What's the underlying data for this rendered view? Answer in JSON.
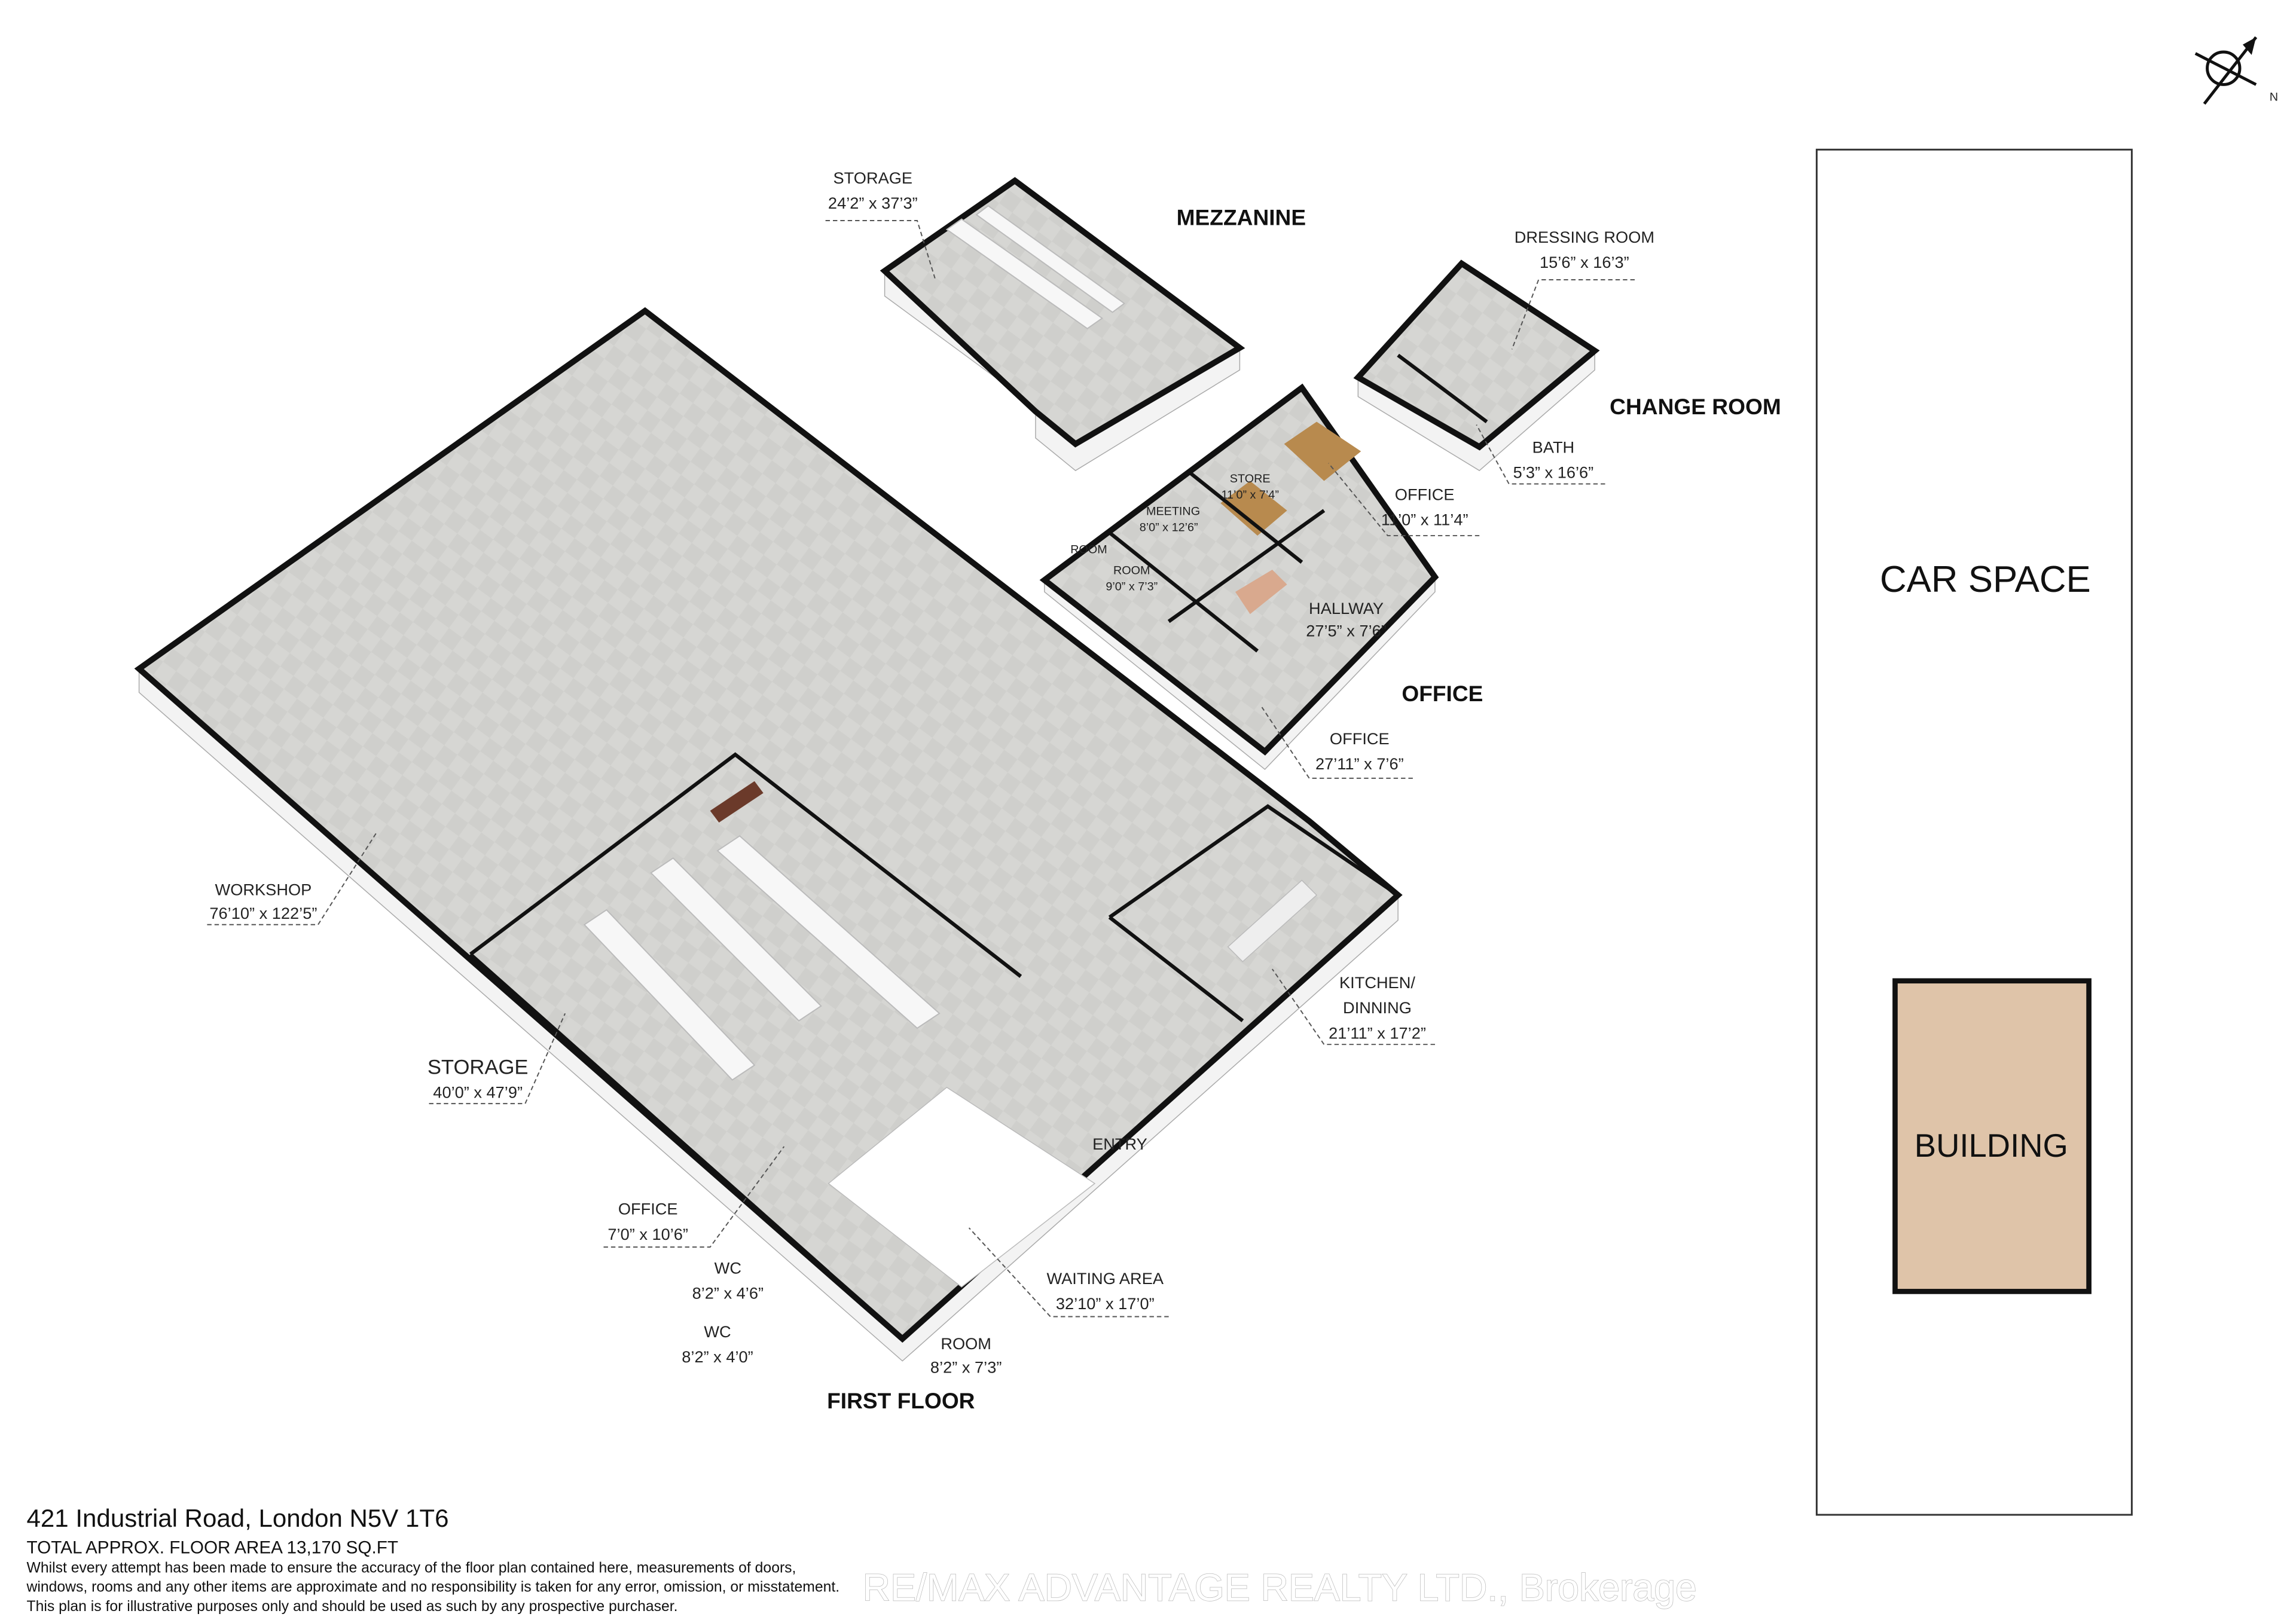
{
  "compass": {
    "north_label": "N"
  },
  "site": {
    "car_space": "CAR SPACE",
    "building": "BUILDING",
    "colors": {
      "building_fill": "#dfc4a9",
      "border": "#111111"
    }
  },
  "sections": {
    "mezzanine": "MEZZANINE",
    "change_room": "CHANGE ROOM",
    "office": "OFFICE",
    "first_floor": "FIRST FLOOR"
  },
  "rooms": [
    {
      "name": "STORAGE",
      "size": "24’2” x 37’3”"
    },
    {
      "name": "DRESSING ROOM",
      "size": "15’6” x 16’3”"
    },
    {
      "name": "BATH",
      "size": "5’3” x 16’6”"
    },
    {
      "name": "OFFICE",
      "size": "11’0” x 11’4”"
    },
    {
      "name": "STORE",
      "size": "11’0” x 7’4”"
    },
    {
      "name": "MEETING",
      "size": "8’0” x 12’6”"
    },
    {
      "name": "ROOM",
      "size": ""
    },
    {
      "name": "ROOM",
      "size": "9’0” x 7’3”"
    },
    {
      "name": "HALLWAY",
      "size": "27’5” x 7’6”"
    },
    {
      "name": "OFFICE",
      "size": "27’11” x 7’6”"
    },
    {
      "name": "WORKSHOP",
      "size": "76’10” x 122’5”"
    },
    {
      "name": "STORAGE",
      "size": "40’0” x 47’9”"
    },
    {
      "name": "KITCHEN/",
      "name2": "DINNING",
      "size": "21’11” x 17’2”"
    },
    {
      "name": "ENTRY",
      "size": ""
    },
    {
      "name": "OFFICE",
      "size": "7’0” x 10’6”"
    },
    {
      "name": "WC",
      "size": "8’2” x 4’6”"
    },
    {
      "name": "WC",
      "size": "8’2” x 4’0”"
    },
    {
      "name": "WAITING AREA",
      "size": "32’10” x 17’0”"
    },
    {
      "name": "ROOM",
      "size": "8’2” x 7’3”"
    }
  ],
  "footer": {
    "address": "421 Industrial Road, London N5V 1T6",
    "total_area": "TOTAL APPROX. FLOOR AREA 13,170 SQ.FT",
    "disclaimer": [
      "Whilst every attempt has been made to ensure the accuracy of the floor plan contained here, measurements of doors,",
      "windows, rooms and any other items are approximate and no responsibility is taken for any error, omission, or misstatement.",
      "This plan is for illustrative purposes only and should be used as such by any prospective purchaser."
    ],
    "watermark": "RE/MAX ADVANTAGE REALTY LTD., Brokerage"
  }
}
